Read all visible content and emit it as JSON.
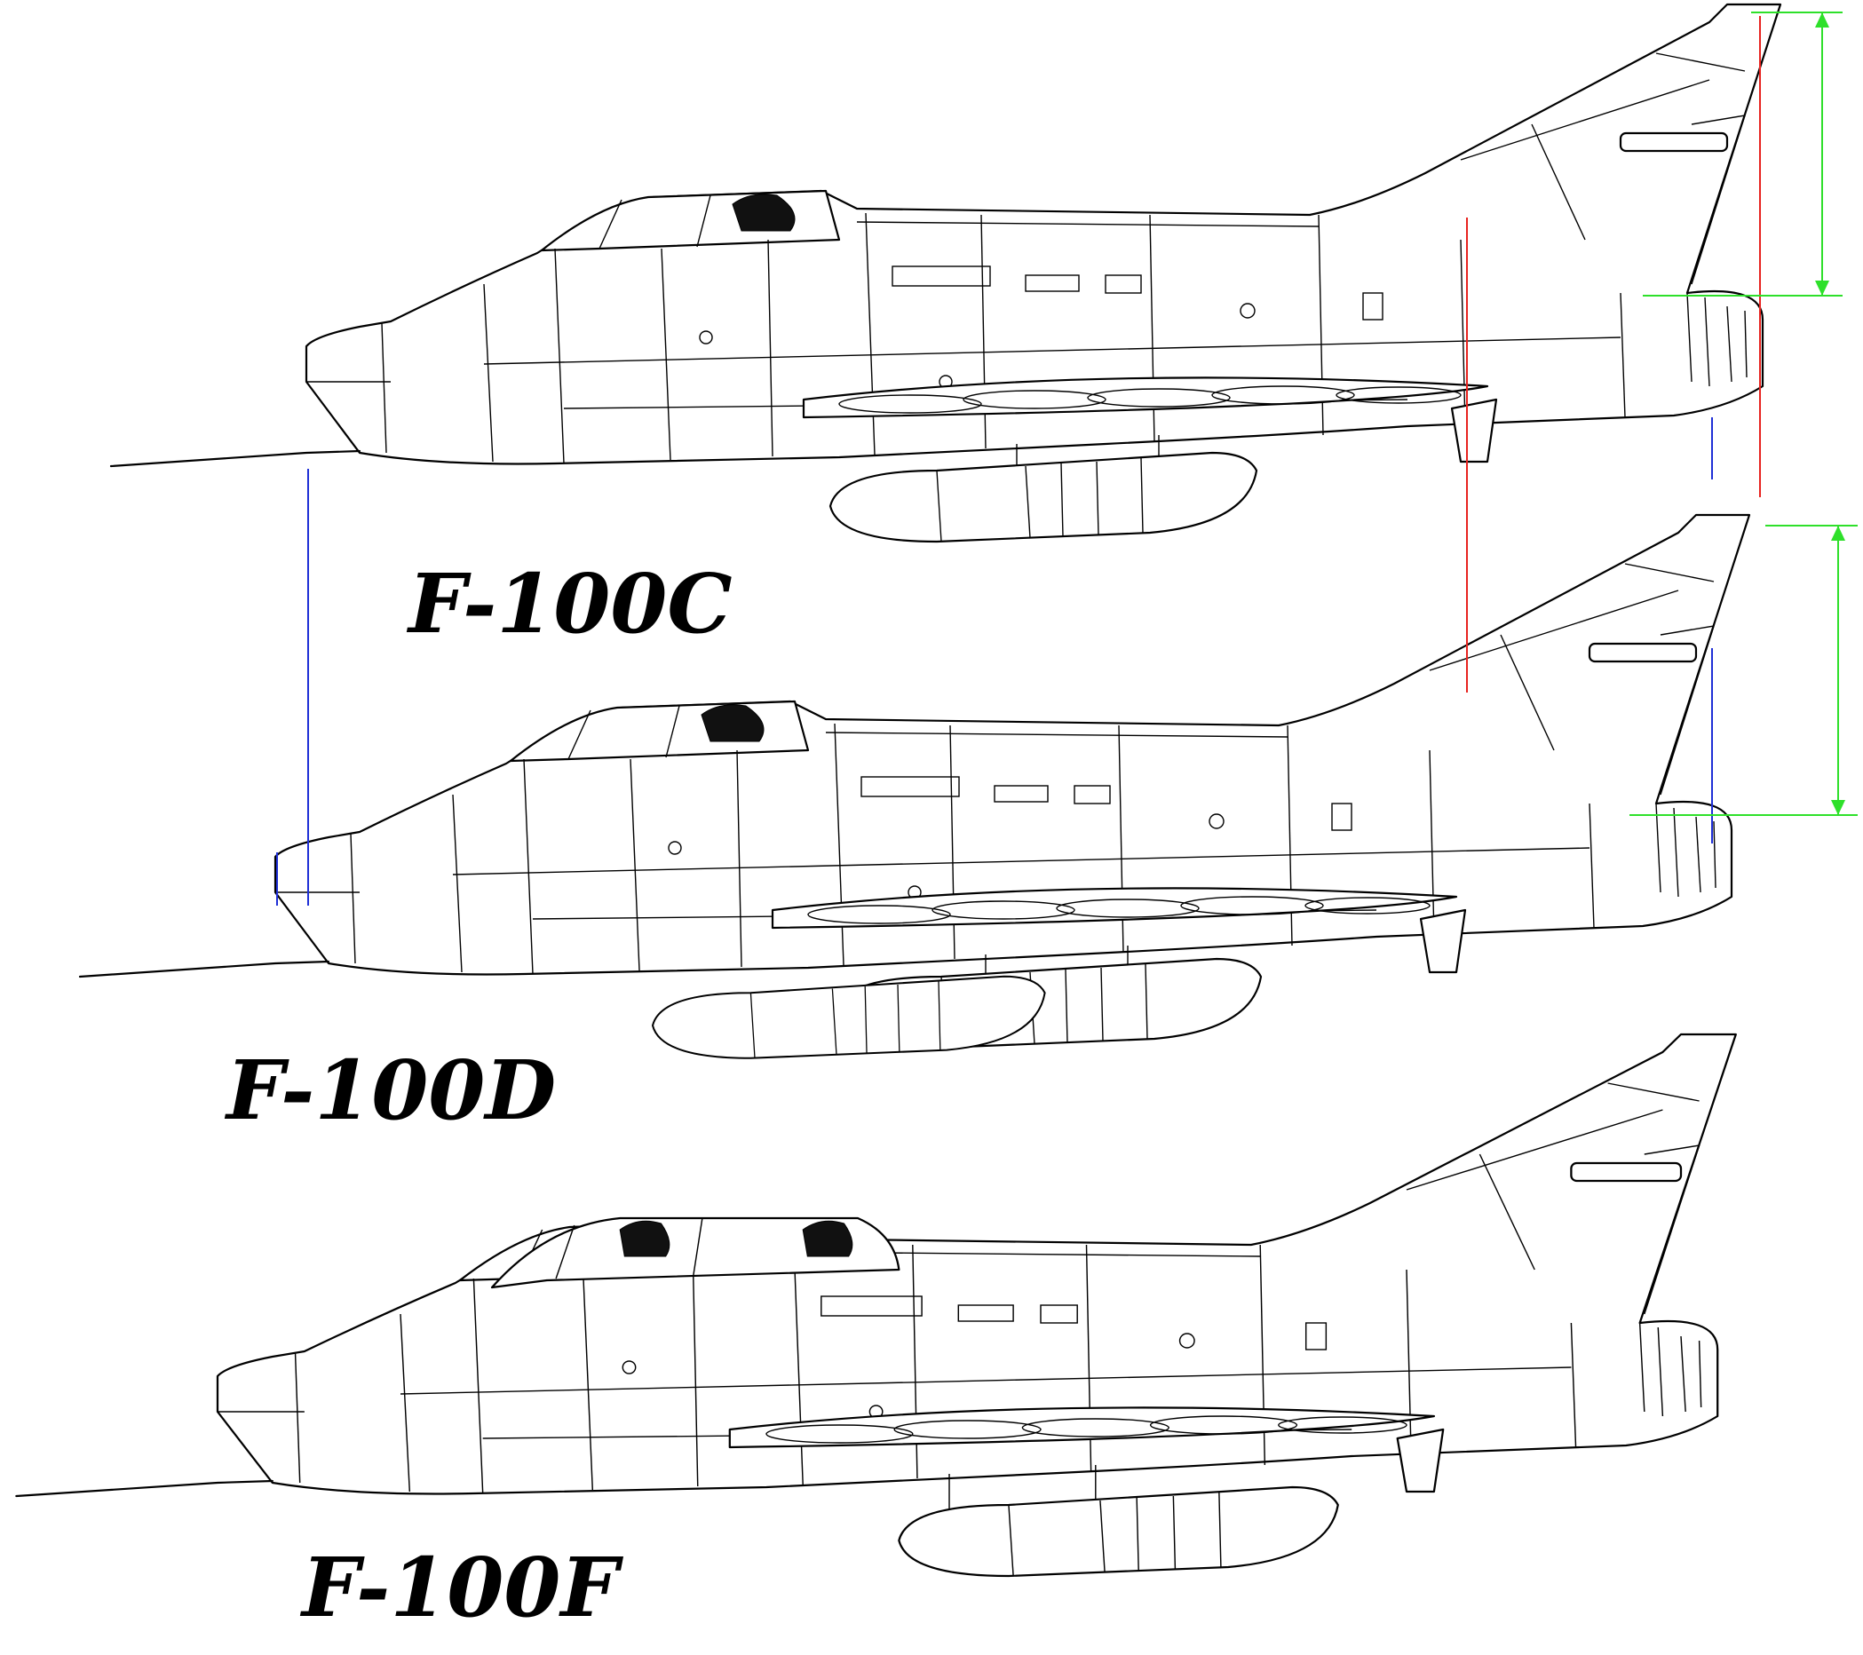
{
  "drawing": {
    "background": "#ffffff",
    "line_color": "#000000",
    "guide_colors": {
      "blue": "#1f2fd6",
      "red": "#e8231f",
      "green": "#2ee02a"
    }
  },
  "aircraft": [
    {
      "id": "f100c",
      "label": "F-100C",
      "variant": "single-seat",
      "drop_tanks": 1,
      "fuel_probe": true
    },
    {
      "id": "f100d",
      "label": "F-100D",
      "variant": "single-seat",
      "drop_tanks": 2,
      "fuel_probe": true
    },
    {
      "id": "f100f",
      "label": "F-100F",
      "variant": "two-seat",
      "drop_tanks": 1,
      "fuel_probe": true
    }
  ]
}
